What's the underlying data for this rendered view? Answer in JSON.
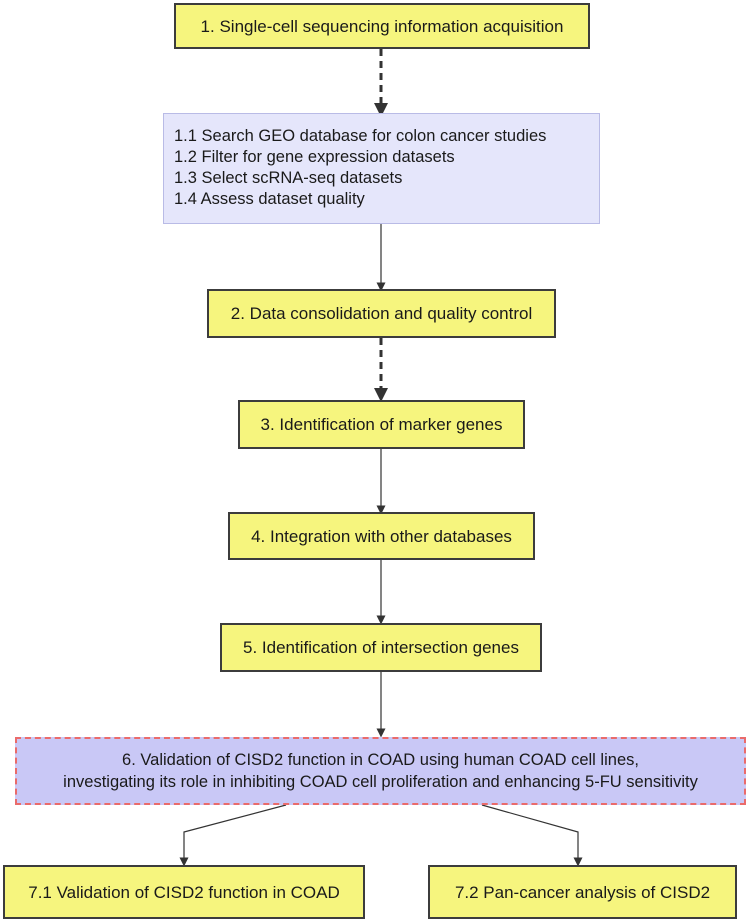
{
  "steps": {
    "s1": "1. Single-cell sequencing information acquisition",
    "s1_sub": [
      "1.1 Search GEO database for colon cancer studies",
      "1.2 Filter for gene expression datasets",
      "1.3 Select scRNA-seq datasets",
      "1.4 Assess dataset quality"
    ],
    "s2": "2. Data consolidation and quality control",
    "s3": "3. Identification of marker genes",
    "s4": "4. Integration with other databases",
    "s5": "5. Identification of intersection genes",
    "s6": [
      "6. Validation of CISD2 function in COAD using human COAD cell lines,",
      "investigating its role in inhibiting COAD cell proliferation and enhancing 5-FU sensitivity"
    ],
    "s7_1": "7.1 Validation of CISD2 function in COAD",
    "s7_2": "7.2 Pan-cancer analysis of CISD2"
  },
  "colors": {
    "step_box": "#f6f57e",
    "substep_box": "#e5e6fb",
    "validation_box": "#c9c8f6",
    "validation_border": "#ea6b6b",
    "arrow": "#333333"
  }
}
